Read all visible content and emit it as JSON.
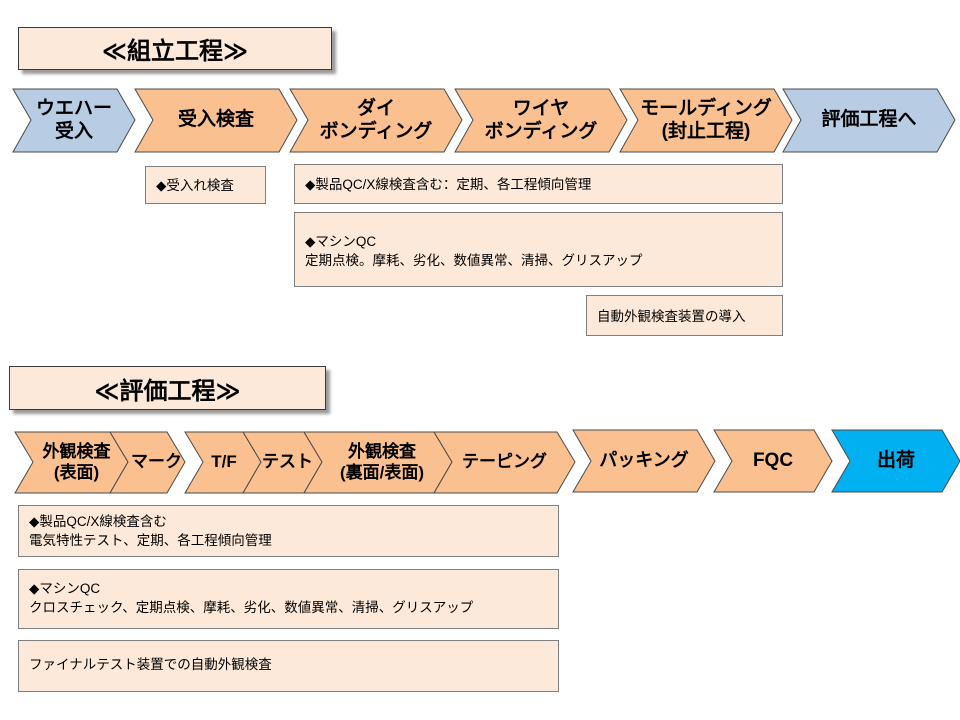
{
  "colors": {
    "blue_gray": "#b8cce4",
    "orange": "#fac090",
    "cyan": "#00b0f0",
    "note_bg": "#fde9d9",
    "stroke": "#4a4a4a"
  },
  "assembly": {
    "title": "≪組立工程≫",
    "steps": [
      {
        "label": "ウエハー\n受入",
        "color": "blue_gray"
      },
      {
        "label": "受入検査",
        "color": "orange"
      },
      {
        "label": "ダイ\nボンディング",
        "color": "orange"
      },
      {
        "label": "ワイヤ\nボンディング",
        "color": "orange"
      },
      {
        "label": "モールディング\n(封止工程)",
        "color": "orange"
      },
      {
        "label": "評価工程へ",
        "color": "blue_gray"
      }
    ],
    "notes": {
      "incoming": "◆受入れ検査",
      "product_qc": "◆製品QC/X線検査含む：定期、各工程傾向管理",
      "machine_qc": "◆マシンQC\n  定期点検。摩耗、劣化、数値異常、清掃、グリスアップ",
      "auto_inspection": "自動外観検査装置の導入"
    }
  },
  "evaluation": {
    "title": "≪評価工程≫",
    "steps": [
      {
        "label": "外観検査\n(表面)",
        "color": "orange"
      },
      {
        "label": "マーク",
        "color": "orange"
      },
      {
        "label": "T/F",
        "color": "orange"
      },
      {
        "label": "テスト",
        "color": "orange"
      },
      {
        "label": "外観検査\n(裏面/表面)",
        "color": "orange"
      },
      {
        "label": "テーピング",
        "color": "orange"
      },
      {
        "label": "パッキング",
        "color": "orange"
      },
      {
        "label": "FQC",
        "color": "orange"
      },
      {
        "label": "出荷",
        "color": "cyan"
      }
    ],
    "notes": {
      "product_qc": "◆製品QC/X線検査含む\n  電気特性テスト、定期、各工程傾向管理",
      "machine_qc": "◆マシンQC\nクロスチェック、定期点検、摩耗、劣化、数値異常、清掃、グリスアップ",
      "final_test": "ファイナルテスト装置での自動外観検査"
    }
  }
}
